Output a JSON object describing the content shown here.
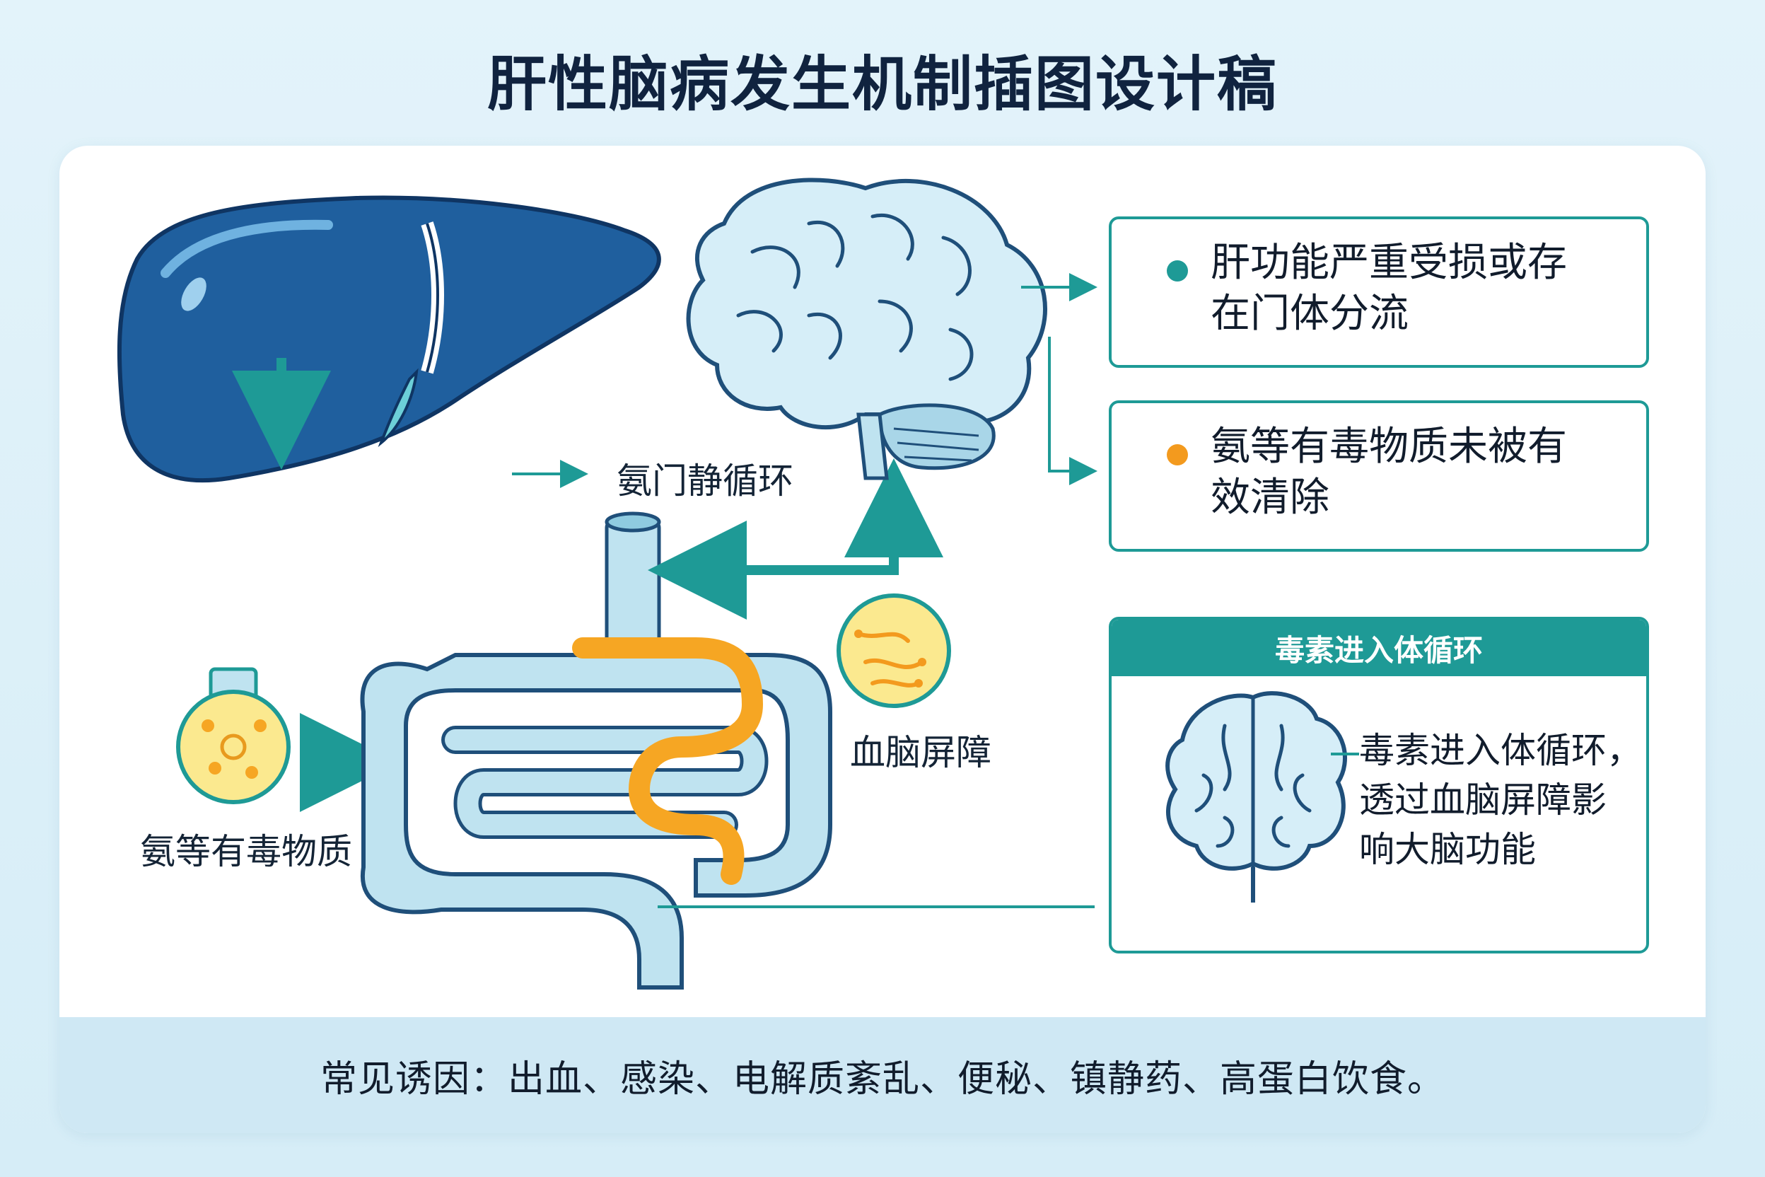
{
  "title": "肝性脑病发生机制插图设计稿",
  "labels": {
    "ammonia_toxins": "氨等有毒物质",
    "ammonia_portal": "氨门静循环",
    "bbb": "血脑屏障"
  },
  "info_boxes": [
    {
      "text_line1": "肝功能严重受损或存",
      "text_line2": "在门体分流",
      "dot_color": "#1e9a96"
    },
    {
      "text_line1": "氨等有毒物质未被有",
      "text_line2": "效清除",
      "dot_color": "#f39a1e"
    }
  ],
  "panel": {
    "header": "毒素进入体循环",
    "line1": "毒素进入体循环，",
    "line2": "透过血脑屏障影",
    "line3": "响大脑功能"
  },
  "footer": "常见诱因：出血、感染、电解质紊乱、便秘、镇静药、高蛋白饮食。",
  "colors": {
    "teal": "#1e9a96",
    "liver_blue": "#1f5f9e",
    "light_blue": "#bfe3f0",
    "orange": "#f6a623",
    "yellow": "#fbe98f"
  }
}
